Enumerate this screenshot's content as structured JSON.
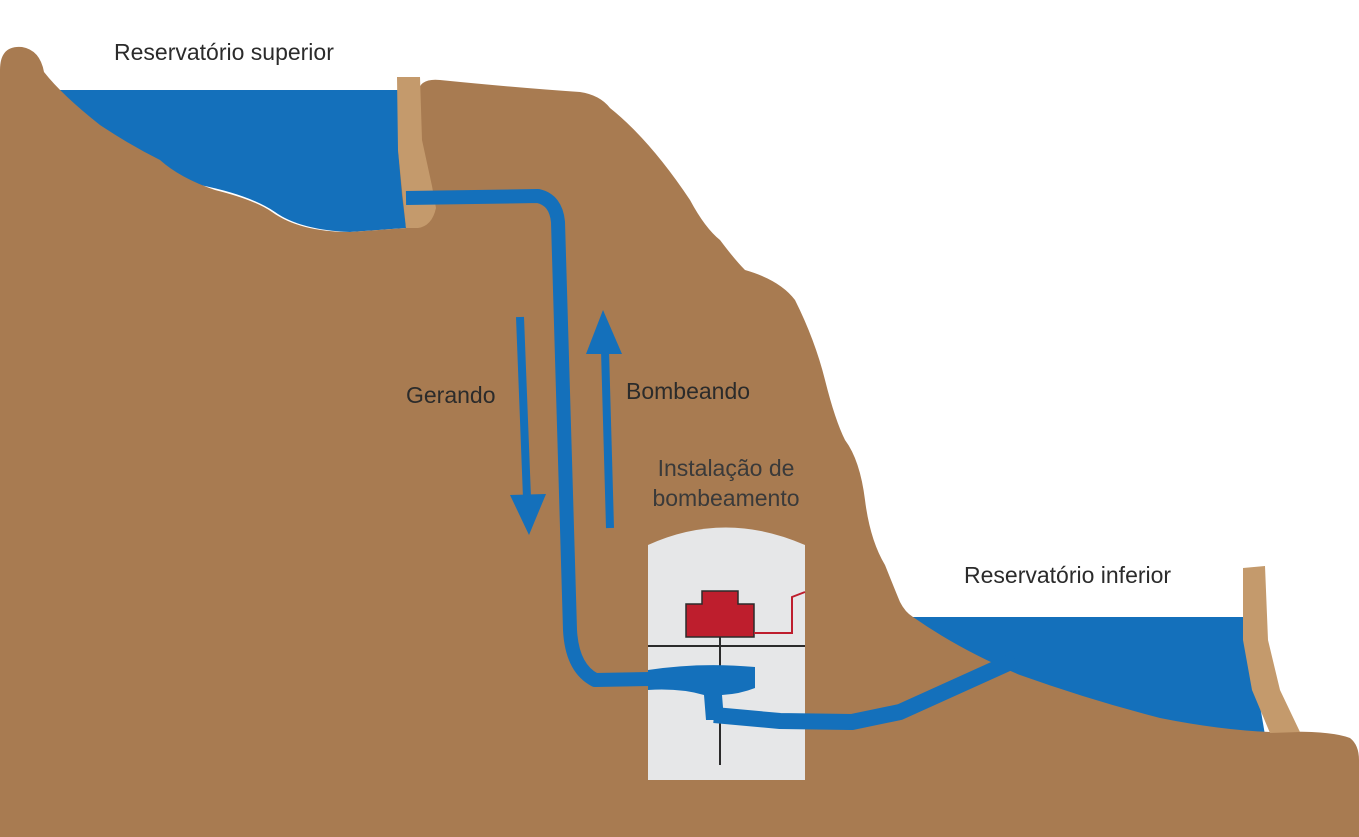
{
  "labels": {
    "upper_reservoir": "Reservatório superior",
    "lower_reservoir": "Reservatório inferior",
    "generating": "Gerando",
    "pumping": "Bombeando",
    "station_line1": "Instalação de",
    "station_line2": "bombeamento"
  },
  "colors": {
    "earth": "#a87b51",
    "water": "#1470bb",
    "dam": "#c49a6c",
    "station_bg": "#e6e7e8",
    "machine": "#be1e2d",
    "text": "#2b2b2b"
  }
}
